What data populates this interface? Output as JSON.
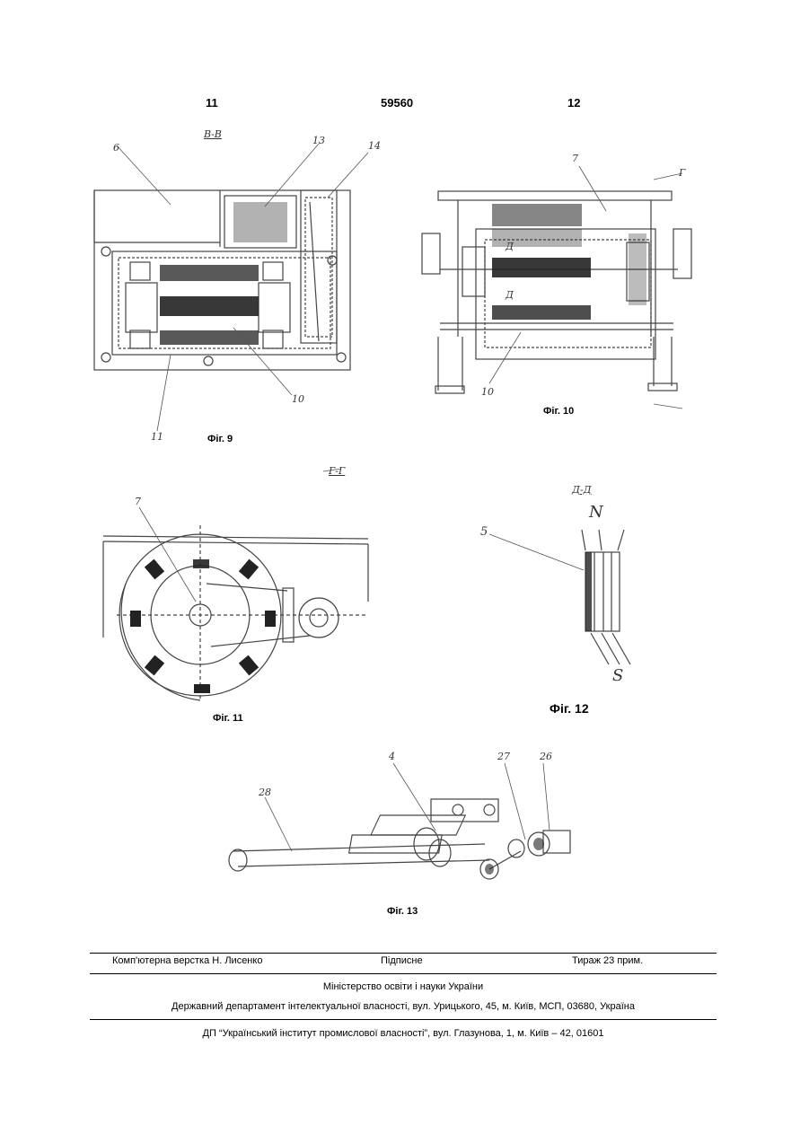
{
  "header": {
    "page_left": "11",
    "patent_number": "59560",
    "page_right": "12"
  },
  "figures": {
    "fig9": {
      "caption": "Фіг. 9",
      "section_label": "В-В",
      "refs": [
        "6",
        "13",
        "14",
        "10",
        "11"
      ]
    },
    "fig10": {
      "caption": "Фіг. 10",
      "refs": [
        "7",
        "10"
      ],
      "section_marks": [
        "Г",
        "Д",
        "Д"
      ]
    },
    "fig11": {
      "caption": "Фіг. 11",
      "section_label": "Г-Г",
      "refs": [
        "7"
      ]
    },
    "fig12": {
      "caption": "Фіг. 12",
      "section_label": "Д-Д",
      "refs": [
        "5"
      ],
      "pole_north": "N",
      "pole_south": "S"
    },
    "fig13": {
      "caption": "Фіг. 13",
      "refs": [
        "4",
        "27",
        "26",
        "28"
      ]
    }
  },
  "footer": {
    "typesetting": "Комп'ютерна верстка Н. Лисенко",
    "signed": "Підписне",
    "circulation": "Тираж 23 прим.",
    "ministry": "Міністерство освіти і науки України",
    "department": "Державний департамент інтелектуальної власності, вул. Урицького, 45, м. Київ, МСП, 03680, Україна",
    "institute": "ДП “Український інститут промислової власності”, вул. Глазунова, 1, м. Київ – 42, 01601"
  }
}
